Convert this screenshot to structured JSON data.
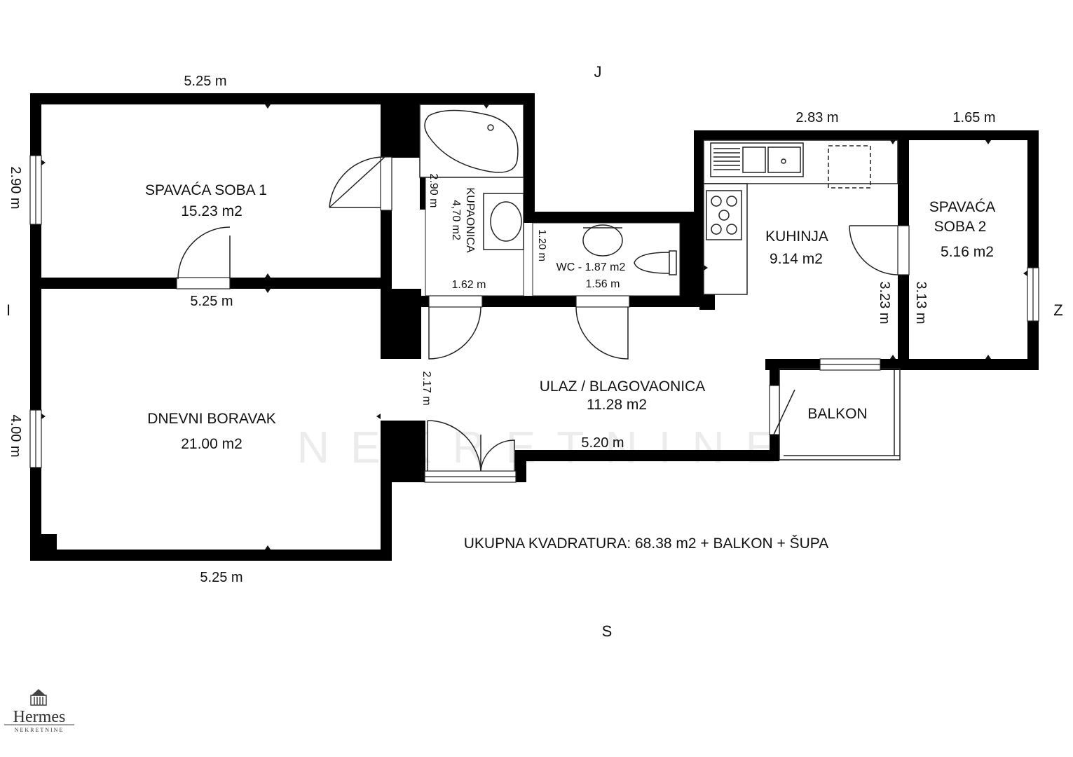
{
  "compass": {
    "north": "J",
    "south": "S",
    "west": "I",
    "east": "Z"
  },
  "rooms": {
    "bedroom1": {
      "name": "SPAVAĆA SOBA 1",
      "area": "15.23 m2"
    },
    "bathroom": {
      "name": "KUPAONICA",
      "area": "4,70 m2"
    },
    "wc": {
      "name": "WC - 1.87 m2"
    },
    "kitchen": {
      "name": "KUHINJA",
      "area": "9.14 m2"
    },
    "bedroom2": {
      "name_line1": "SPAVAĆA",
      "name_line2": "SOBA 2",
      "area": "5.16 m2"
    },
    "living": {
      "name": "DNEVNI BORAVAK",
      "area": "21.00 m2"
    },
    "entrance": {
      "name": "ULAZ / BLAGOVAONICA",
      "area": "11.28 m2"
    },
    "balcony": {
      "name": "BALKON"
    }
  },
  "dimensions": {
    "bedroom1_top": "5.25 m",
    "bedroom1_left": "2.90 m",
    "bedroom1_bottom": "5.25 m",
    "bathroom_side": "2.90 m",
    "bathroom_bottom": "1.62 m",
    "wc_side": "1.20 m",
    "wc_bottom": "1.56 m",
    "kitchen_top": "2.83 m",
    "kitchen_side": "3.23 m",
    "bedroom2_top": "1.65 m",
    "bedroom2_side": "3.13 m",
    "living_left": "4.00 m",
    "living_bottom": "5.25 m",
    "entrance_side": "2.17 m",
    "entrance_bottom": "5.20 m"
  },
  "total": "UKUPNA KVADRATURA: 68.38 m2 + BALKON + ŠUPA",
  "logo": {
    "name": "Hermes",
    "sub": "NEKRETNINE"
  },
  "watermark": "NEKRETNINE",
  "colors": {
    "wall": "#000000",
    "line": "#222222",
    "background": "#ffffff"
  }
}
